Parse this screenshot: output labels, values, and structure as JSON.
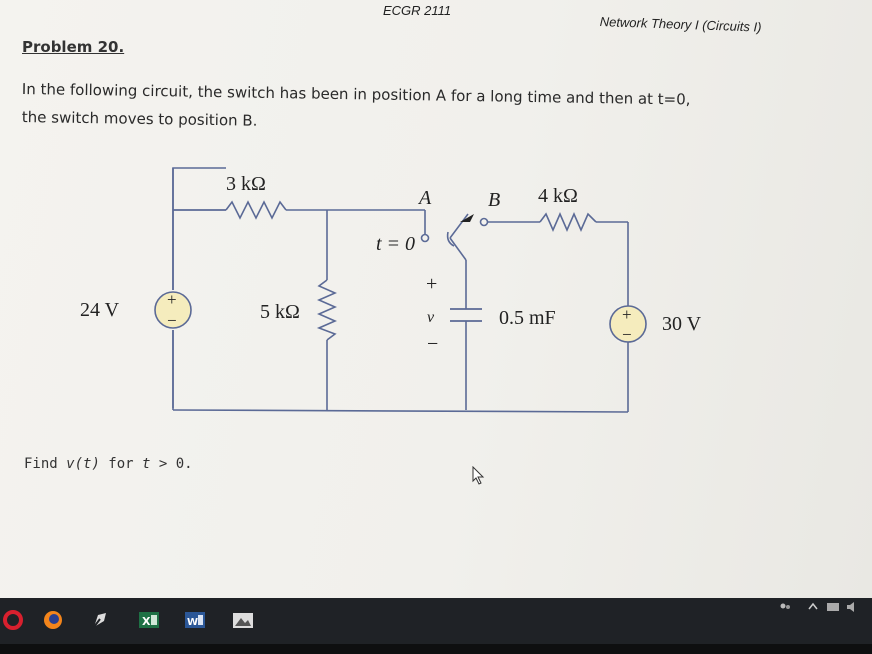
{
  "header": {
    "course": "ECGR 2111",
    "subject": "Network Theory I (Circuits I)"
  },
  "problem": {
    "title": "Problem 20.",
    "statement_line1": "In the following circuit, the switch has been in position A for a long time and then at t=0,",
    "statement_line2": "the switch moves to position B."
  },
  "circuit": {
    "r1": "3 kΩ",
    "r2": "5 kΩ",
    "r3": "4 kΩ",
    "source_left": "24 V",
    "source_right": "30 V",
    "capacitor": "0.5 mF",
    "switch_a": "A",
    "switch_b": "B",
    "switch_time": "t = 0",
    "plus": "+",
    "minus": "−",
    "v_label": "v"
  },
  "question": {
    "prefix": "Find ",
    "vt": "v(t)",
    "mid": " for ",
    "cond": "t",
    "tail": " > 0."
  },
  "taskbar": {
    "apps": [
      "opera-icon",
      "firefox-icon",
      "pen-icon",
      "excel-icon",
      "word-icon",
      "photos-icon"
    ],
    "colors": {
      "opera": "#d8202e",
      "firefox": "#f3851b",
      "excel": "#1e7145",
      "word": "#2b5797",
      "source": "#f7e9b0"
    }
  }
}
